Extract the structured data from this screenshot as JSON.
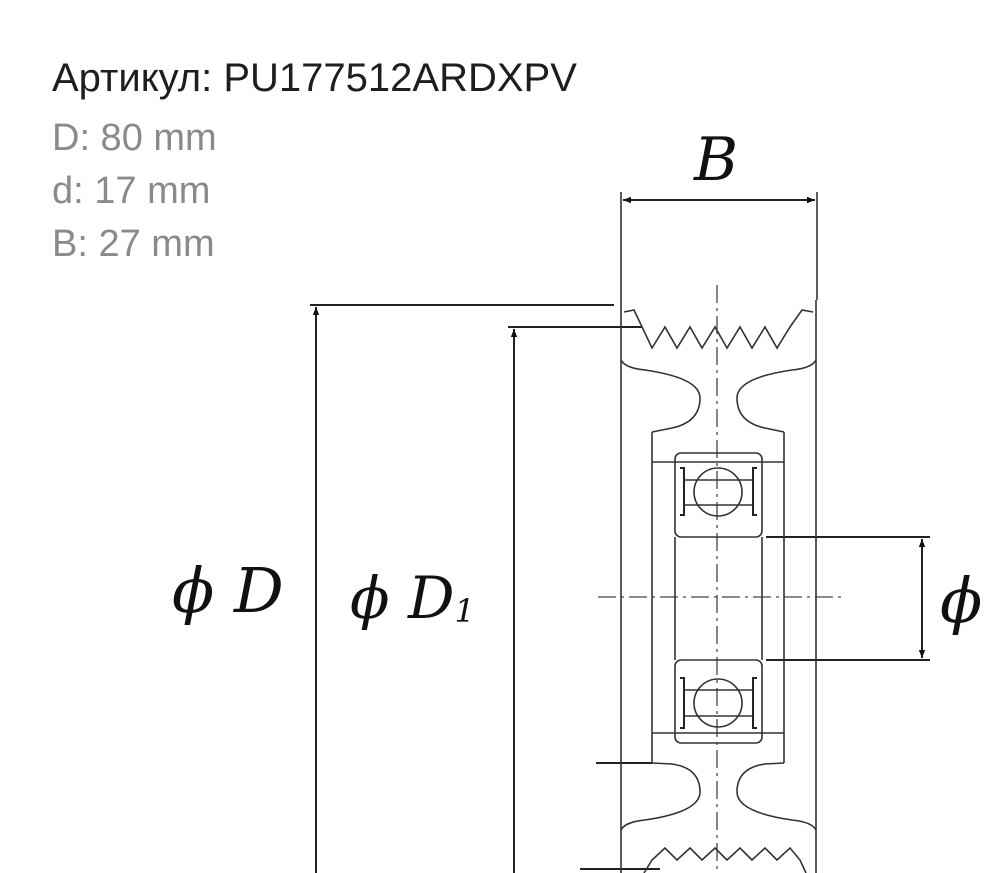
{
  "article": {
    "label": "Артикул:",
    "code": "PU177512ARDXPV"
  },
  "specs": [
    {
      "name": "D",
      "value": "80 mm",
      "text": "D: 80 mm"
    },
    {
      "name": "d",
      "value": "17 mm",
      "text": "d: 17 mm"
    },
    {
      "name": "B",
      "value": "27 mm",
      "text": "B: 27 mm"
    }
  ],
  "drawing": {
    "width_label": "B",
    "outer_diameter_label": "ϕ D",
    "groove_diameter_label": "ϕ D",
    "groove_diameter_sub": "1",
    "bore_label": "ϕ"
  }
}
